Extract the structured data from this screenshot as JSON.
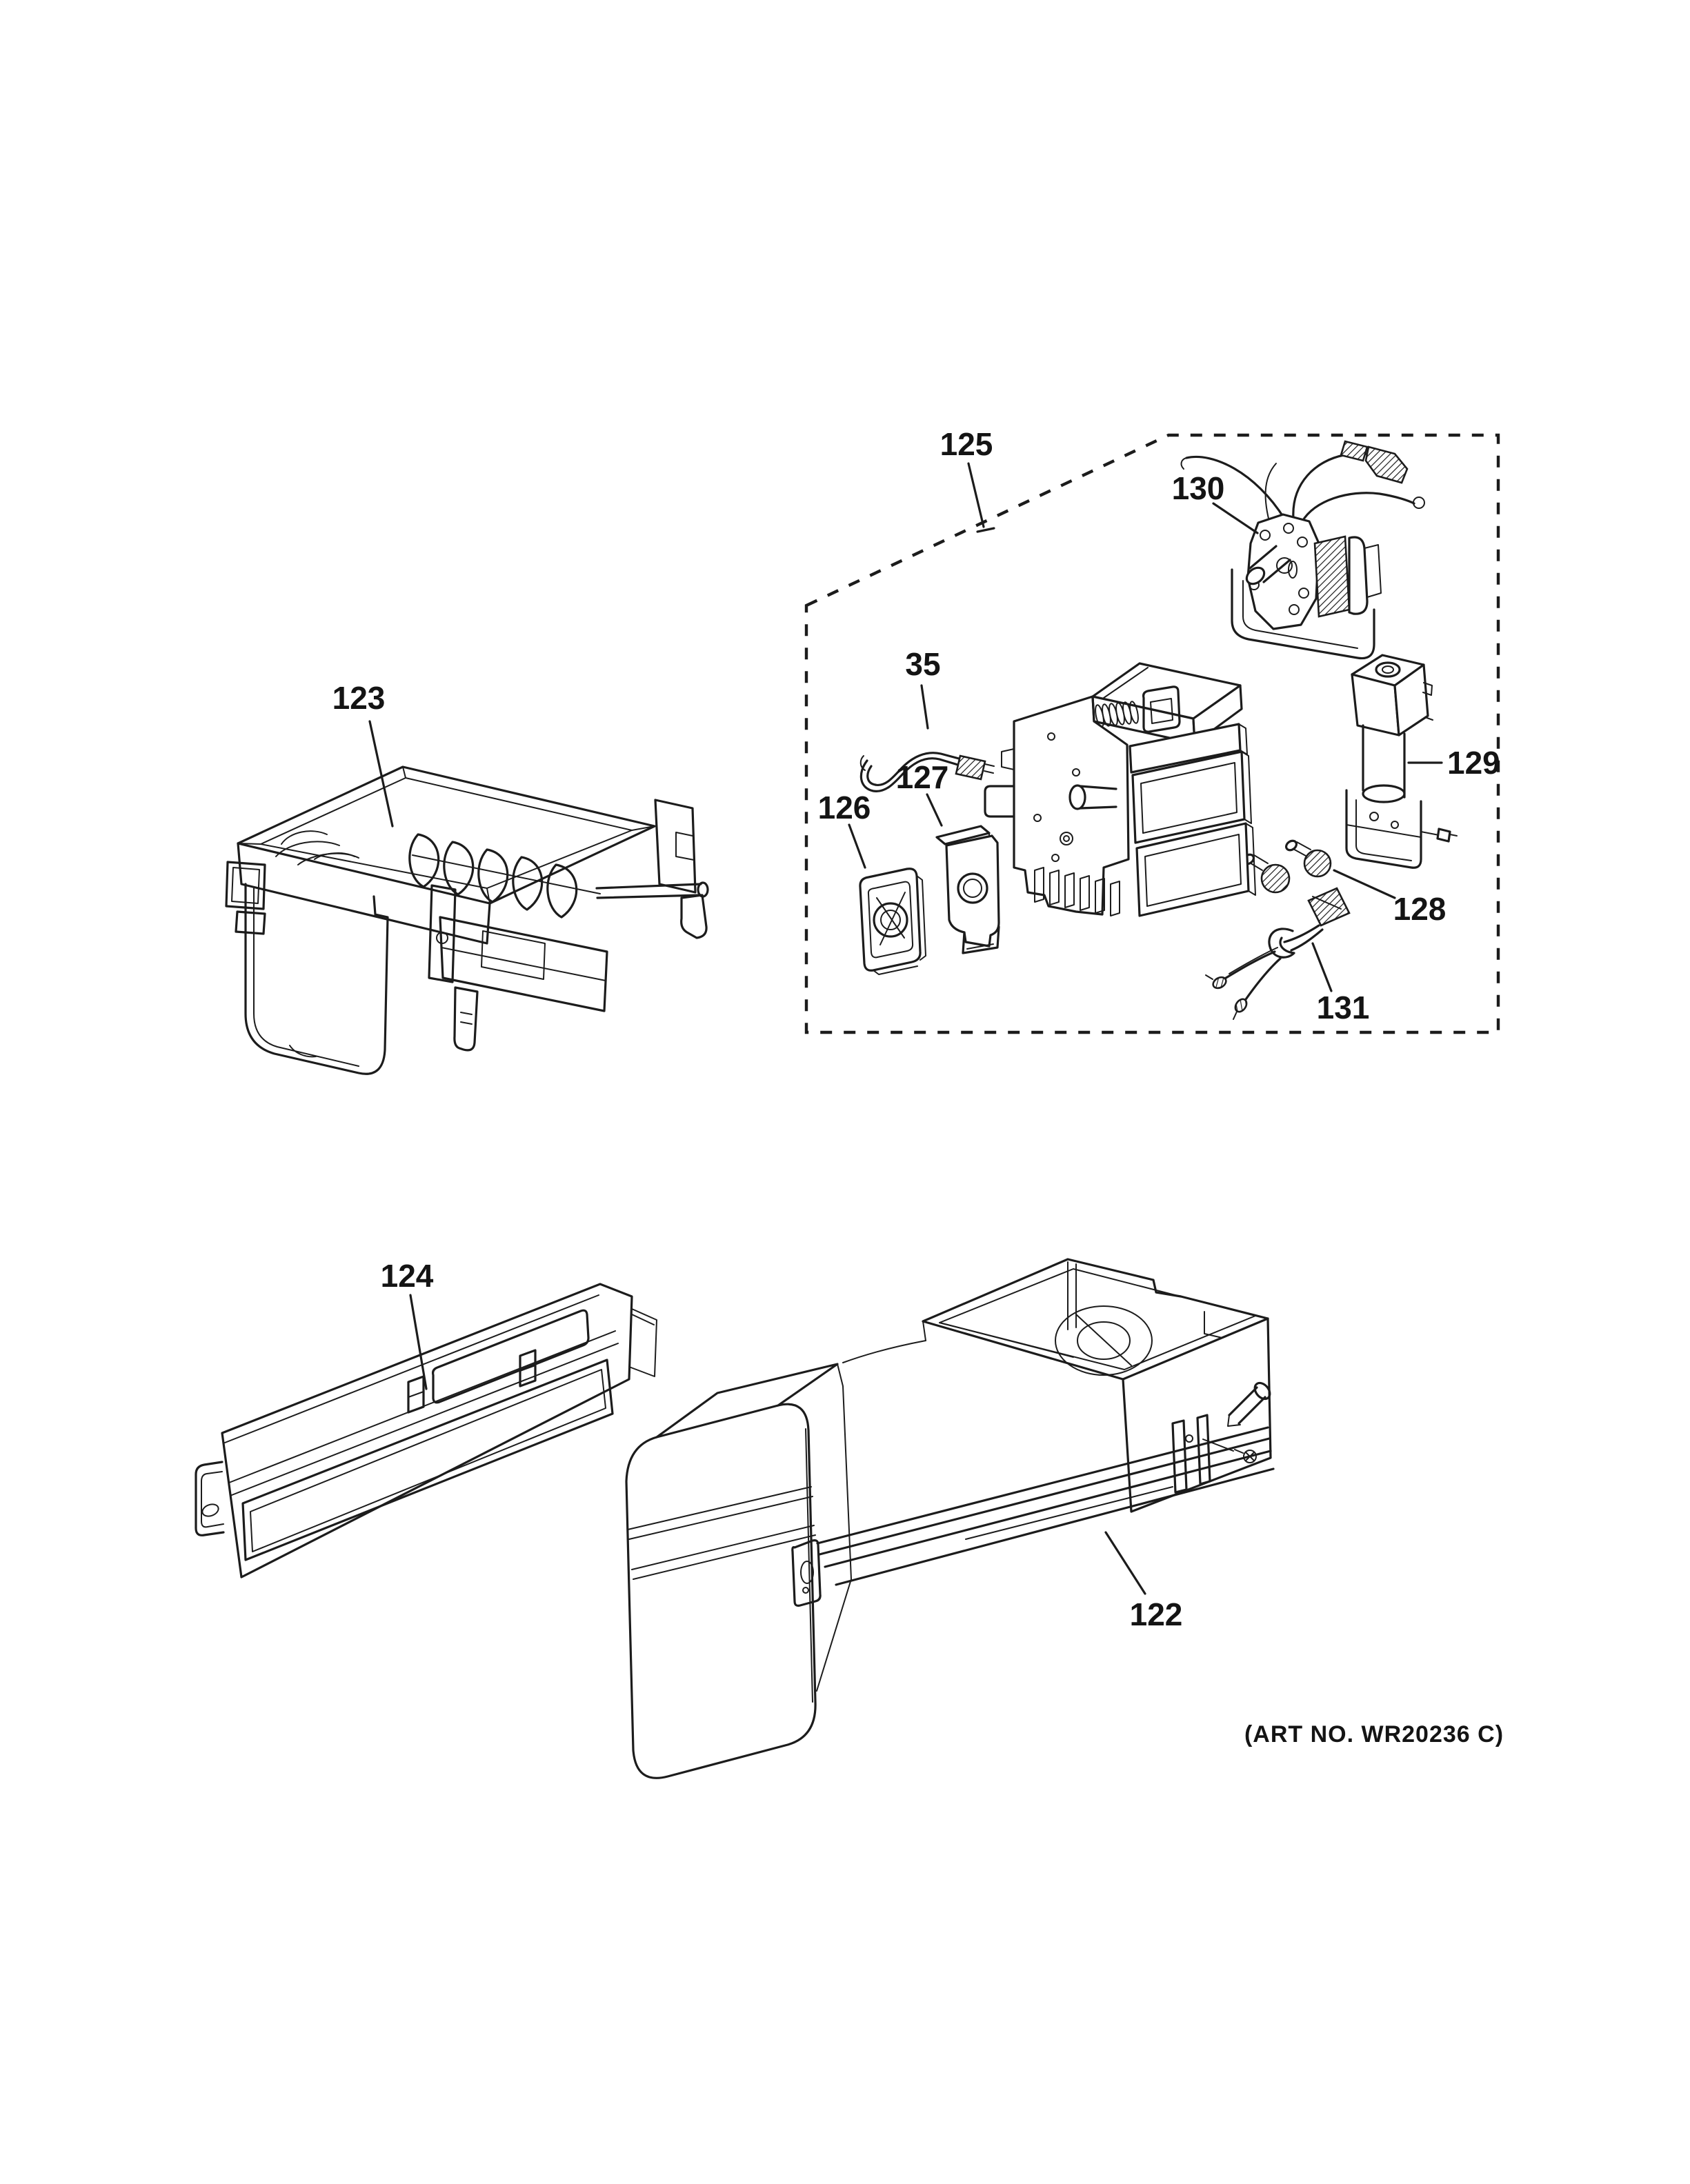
{
  "page": {
    "background": "#ffffff",
    "ink": "#1c1c1c"
  },
  "callouts": {
    "c35": "35",
    "c122": "122",
    "c123": "123",
    "c124": "124",
    "c125": "125",
    "c126": "126",
    "c127": "127",
    "c128": "128",
    "c129": "129",
    "c130": "130",
    "c131": "131"
  },
  "footer": {
    "art_no": "(ART NO. WR20236 C)"
  }
}
